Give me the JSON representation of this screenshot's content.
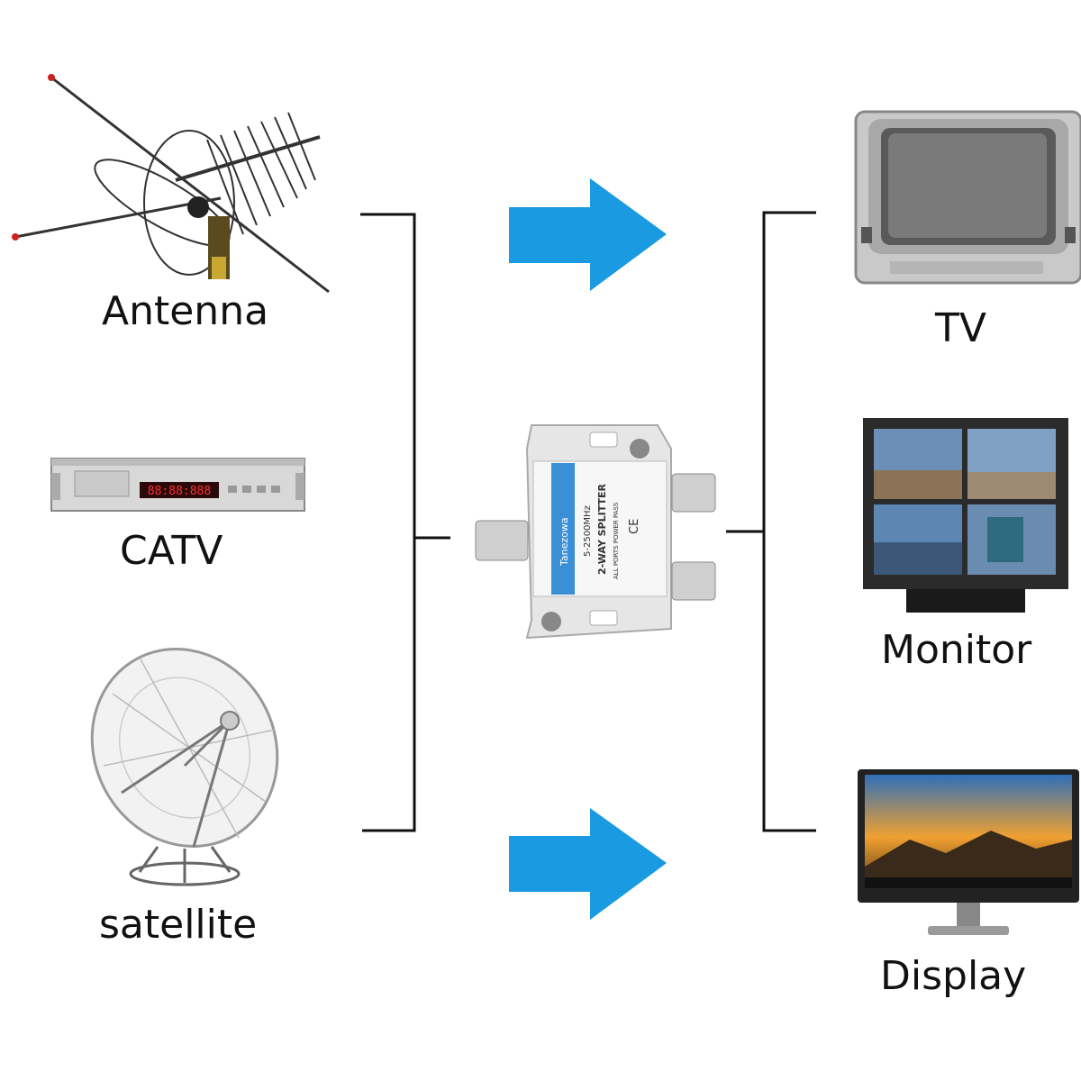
{
  "sources": [
    {
      "label": "Antenna",
      "icon": "antenna-icon"
    },
    {
      "label": "CATV",
      "icon": "catv-receiver-icon"
    },
    {
      "label": "satellite",
      "icon": "satellite-dish-icon"
    }
  ],
  "destinations": [
    {
      "label": "TV",
      "icon": "crt-tv-icon"
    },
    {
      "label": "Monitor",
      "icon": "monitor-icon"
    },
    {
      "label": "Display",
      "icon": "display-icon"
    }
  ],
  "splitter": {
    "icon": "splitter-icon",
    "brand": "Tanezowa",
    "freq": "5-2500MHz",
    "model": "2-WAY SPLITTER",
    "note": "ALL PORTS POWER PASS",
    "mark": "CE"
  },
  "catv_display_value": "88:88:888",
  "colors": {
    "arrow": "#1a9ae0",
    "line": "#111111"
  }
}
